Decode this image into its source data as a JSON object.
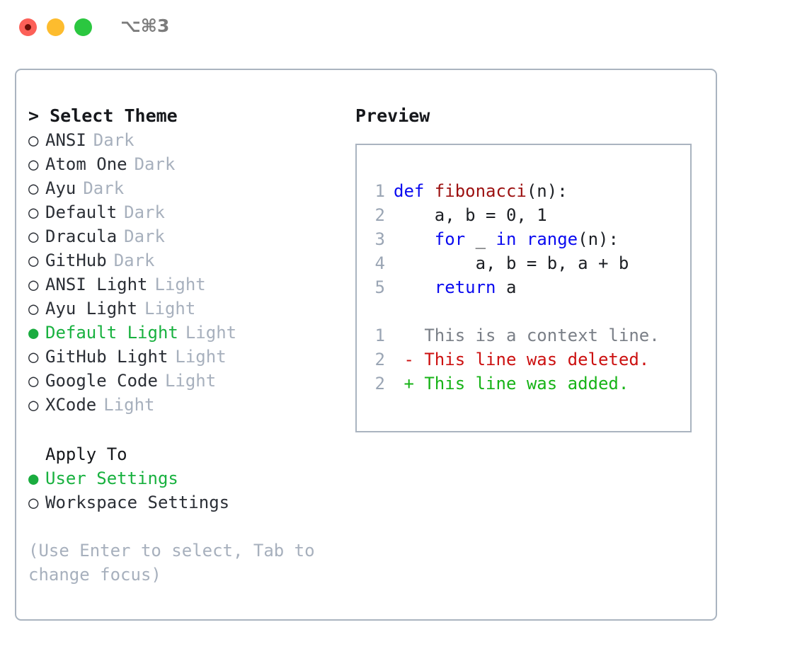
{
  "window": {
    "shortcut_label": "⌥⌘3",
    "traffic_lights": [
      "close",
      "minimize",
      "zoom"
    ]
  },
  "theme_picker": {
    "header": "> Select Theme",
    "options": [
      {
        "bullet": "○",
        "name": "ANSI",
        "kind": "Dark",
        "selected": false
      },
      {
        "bullet": "○",
        "name": "Atom One",
        "kind": "Dark",
        "selected": false
      },
      {
        "bullet": "○",
        "name": "Ayu",
        "kind": "Dark",
        "selected": false
      },
      {
        "bullet": "○",
        "name": "Default",
        "kind": "Dark",
        "selected": false
      },
      {
        "bullet": "○",
        "name": "Dracula",
        "kind": "Dark",
        "selected": false
      },
      {
        "bullet": "○",
        "name": "GitHub",
        "kind": "Dark",
        "selected": false
      },
      {
        "bullet": "○",
        "name": "ANSI Light",
        "kind": "Light",
        "selected": false
      },
      {
        "bullet": "○",
        "name": "Ayu Light",
        "kind": "Light",
        "selected": false
      },
      {
        "bullet": "●",
        "name": "Default Light",
        "kind": "Light",
        "selected": true
      },
      {
        "bullet": "○",
        "name": "GitHub Light",
        "kind": "Light",
        "selected": false
      },
      {
        "bullet": "○",
        "name": "Google Code",
        "kind": "Light",
        "selected": false
      },
      {
        "bullet": "○",
        "name": "XCode",
        "kind": "Light",
        "selected": false
      }
    ]
  },
  "apply_to": {
    "header": "Apply To",
    "options": [
      {
        "bullet": "●",
        "label": "User Settings",
        "selected": true
      },
      {
        "bullet": "○",
        "label": "Workspace Settings",
        "selected": false
      }
    ]
  },
  "hint": "(Use Enter to select, Tab to change focus)",
  "preview": {
    "header": "Preview",
    "code_lines": [
      {
        "lno": "1",
        "segments": [
          {
            "t": "def ",
            "c": "kw"
          },
          {
            "t": "fibonacci",
            "c": "fn"
          },
          {
            "t": "(n):",
            "c": "plain"
          }
        ]
      },
      {
        "lno": "2",
        "segments": [
          {
            "t": "    a, b = 0, 1",
            "c": "plain"
          }
        ]
      },
      {
        "lno": "3",
        "segments": [
          {
            "t": "    ",
            "c": "plain"
          },
          {
            "t": "for",
            "c": "kw"
          },
          {
            "t": " _ ",
            "c": "plain"
          },
          {
            "t": "in",
            "c": "kw"
          },
          {
            "t": " ",
            "c": "plain"
          },
          {
            "t": "range",
            "c": "kw"
          },
          {
            "t": "(n):",
            "c": "plain"
          }
        ]
      },
      {
        "lno": "4",
        "segments": [
          {
            "t": "        a, b = b, a + b",
            "c": "plain"
          }
        ]
      },
      {
        "lno": "5",
        "segments": [
          {
            "t": "    ",
            "c": "plain"
          },
          {
            "t": "return",
            "c": "kw"
          },
          {
            "t": " a",
            "c": "plain"
          }
        ]
      }
    ],
    "diff_lines": [
      {
        "lno": "1",
        "segments": [
          {
            "t": "   This is a context line.",
            "c": "ctx"
          }
        ]
      },
      {
        "lno": "2",
        "segments": [
          {
            "t": " - This line was deleted.",
            "c": "del"
          }
        ]
      },
      {
        "lno": "2",
        "segments": [
          {
            "t": " + This line was added.",
            "c": "add"
          }
        ]
      }
    ]
  },
  "colors": {
    "accent_green": "#18b13f",
    "muted": "#a7b0bd",
    "keyword_blue": "#0a0af0",
    "function_red": "#9c1010",
    "diff_deleted": "#cc1111",
    "diff_added": "#17b317",
    "border": "#aab4c0",
    "light_red": "#fc6058",
    "light_yellow": "#fdbc2e",
    "light_green": "#2bc740"
  }
}
